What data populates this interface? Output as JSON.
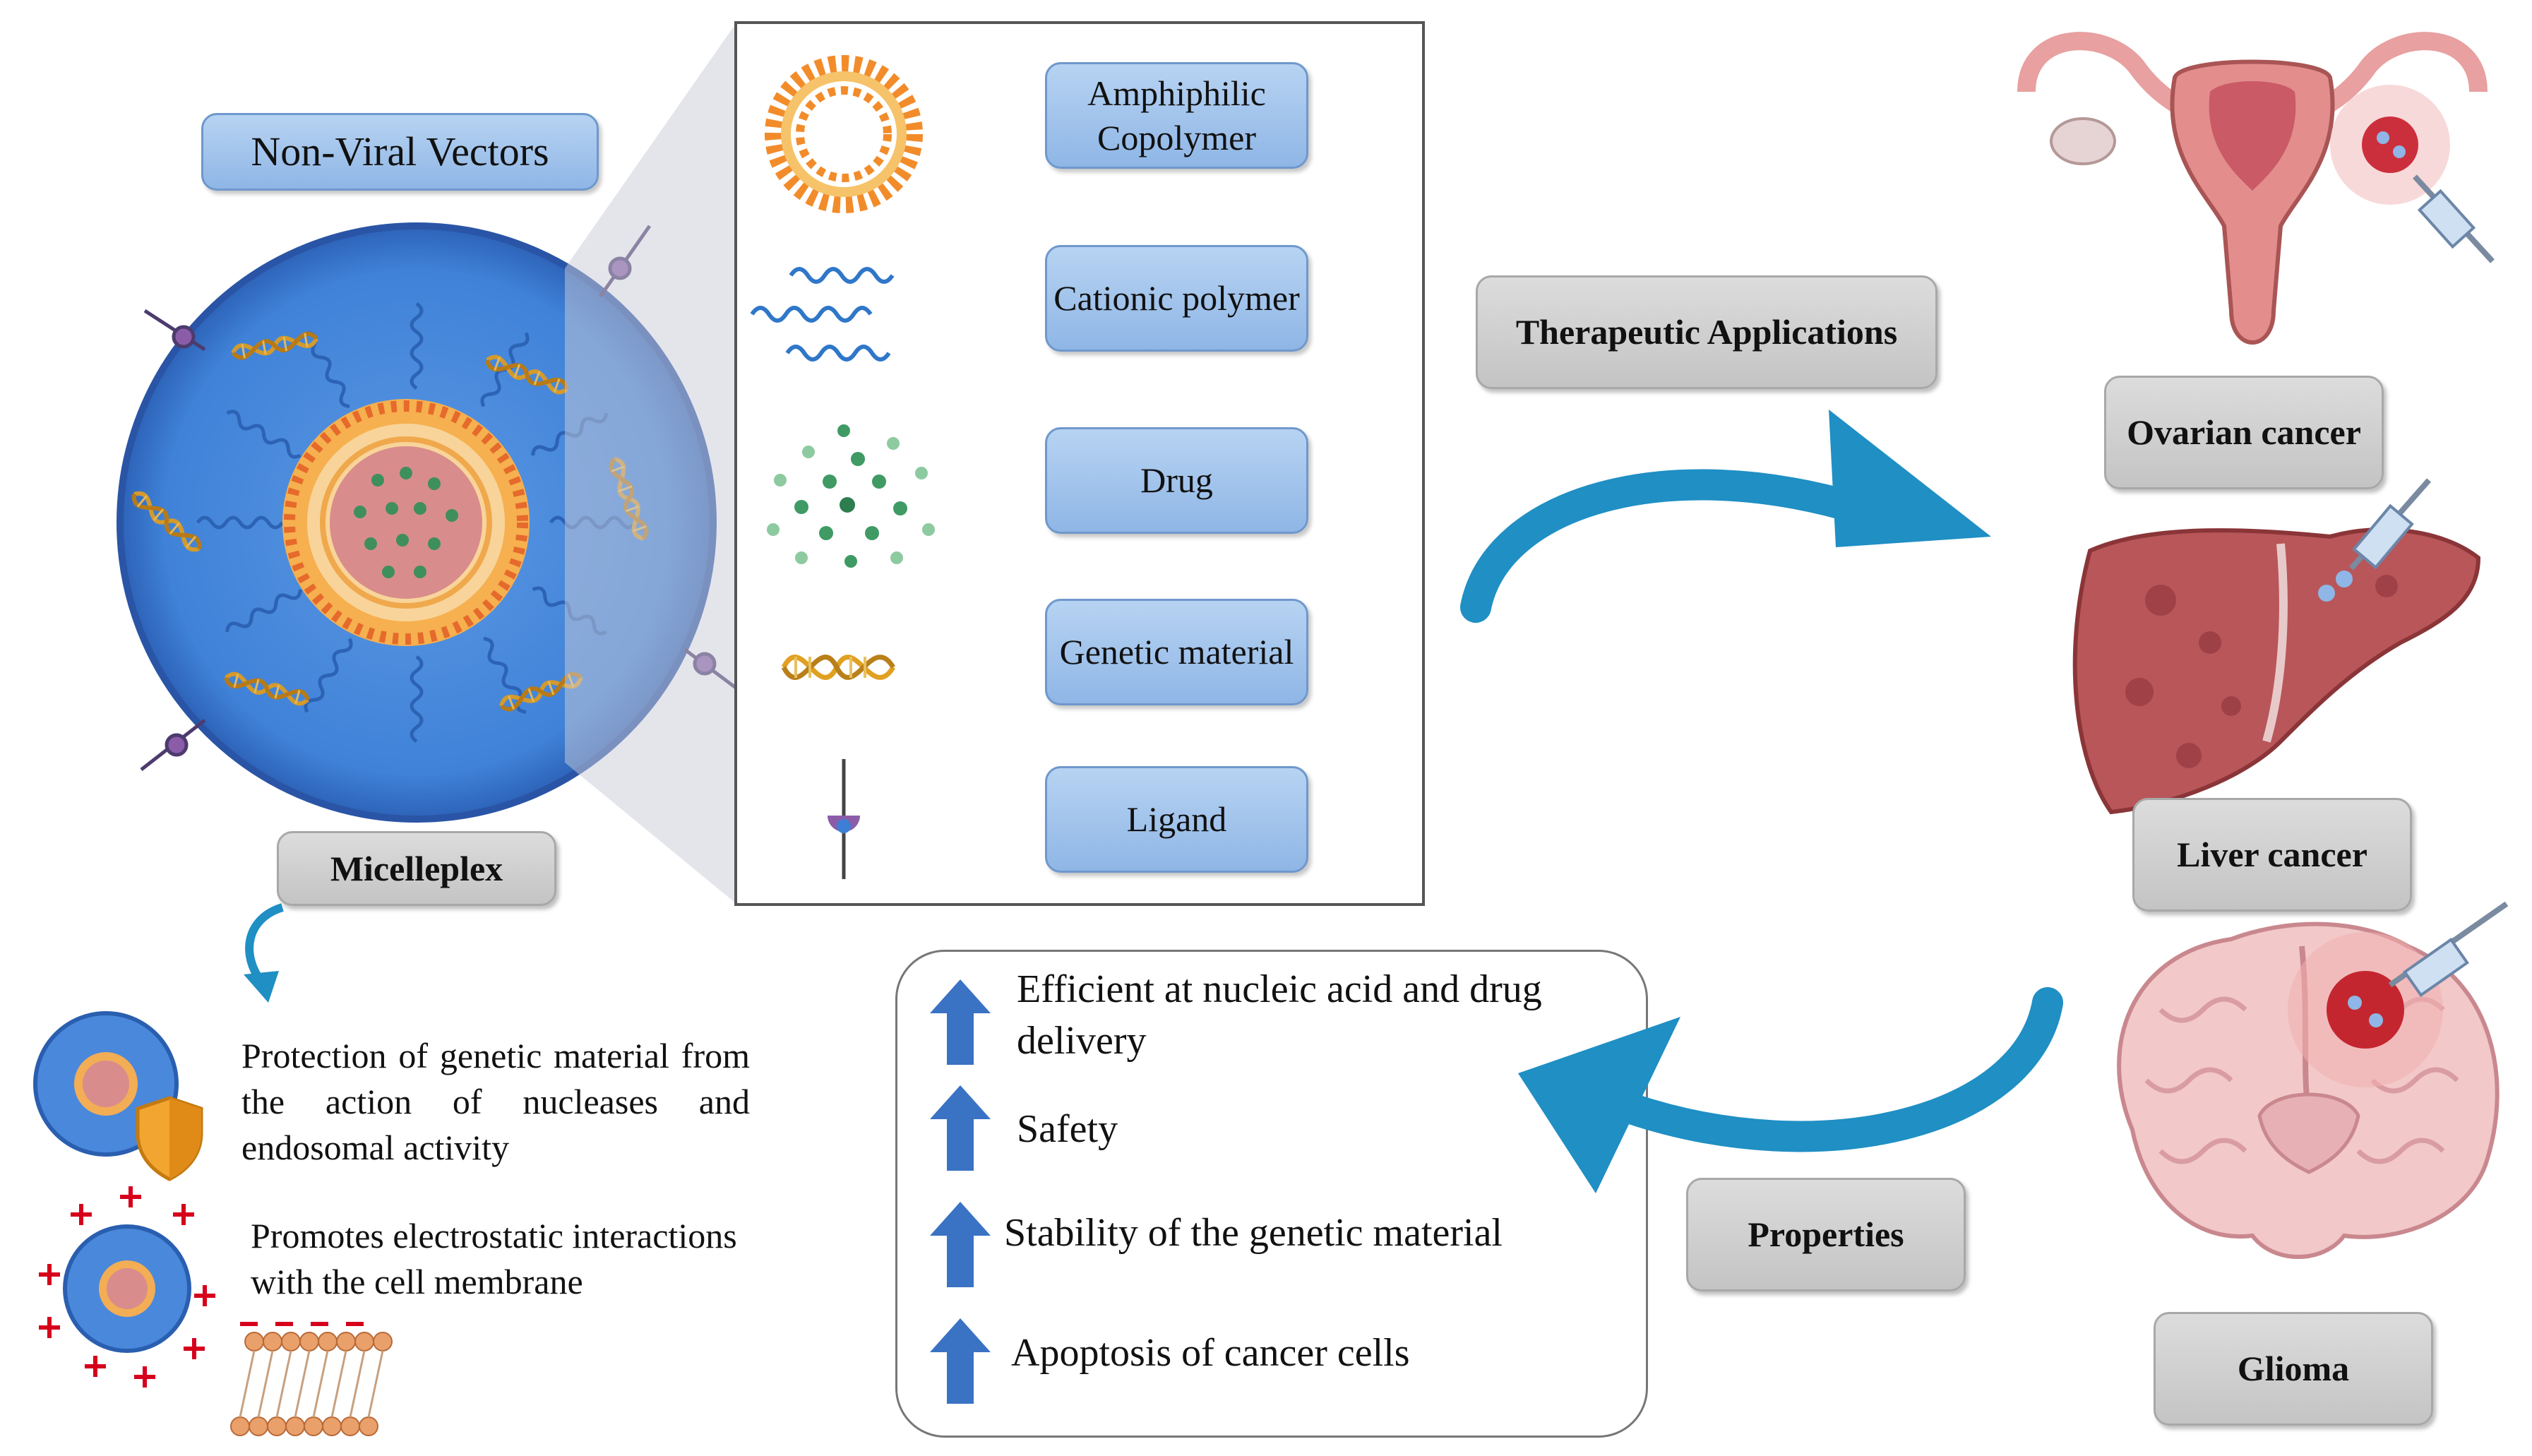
{
  "title": "Non-Viral Vectors",
  "micelleplex_label": "Micelleplex",
  "components": [
    {
      "label": "Amphiphilic Copolymer",
      "icon": "liposome-ring-icon"
    },
    {
      "label": "Cationic polymer",
      "icon": "wavy-polymer-icon"
    },
    {
      "label": "Drug",
      "icon": "drug-dots-icon"
    },
    {
      "label": "Genetic material",
      "icon": "dna-helix-icon"
    },
    {
      "label": "Ligand",
      "icon": "ligand-icon"
    }
  ],
  "features": [
    {
      "text": "Protection of genetic material from the action of nucleases and endosomal activity",
      "icon": "shield-micelle-icon"
    },
    {
      "text": "Promotes electrostatic interactions with the cell membrane",
      "icon": "charged-micelle-membrane-icon"
    }
  ],
  "therapeutic_label": "Therapeutic Applications",
  "properties_label": "Properties",
  "properties": [
    "Efficient at nucleic acid and drug delivery",
    "Safety",
    "Stability of the genetic material",
    "Apoptosis of cancer cells"
  ],
  "applications": [
    {
      "label": "Ovarian cancer",
      "icon": "uterus-ovary-icon"
    },
    {
      "label": "Liver cancer",
      "icon": "liver-icon"
    },
    {
      "label": "Glioma",
      "icon": "brain-icon"
    }
  ],
  "colors": {
    "label_blue": "#9dc0ea",
    "label_gray": "#cfcfcf",
    "arrow_blue": "#1f8fc4",
    "up_arrow": "#3a72c4",
    "micelle_blue": "#3d7fd6",
    "core_orange": "#f1a24a",
    "charge_red": "#d6001c"
  }
}
